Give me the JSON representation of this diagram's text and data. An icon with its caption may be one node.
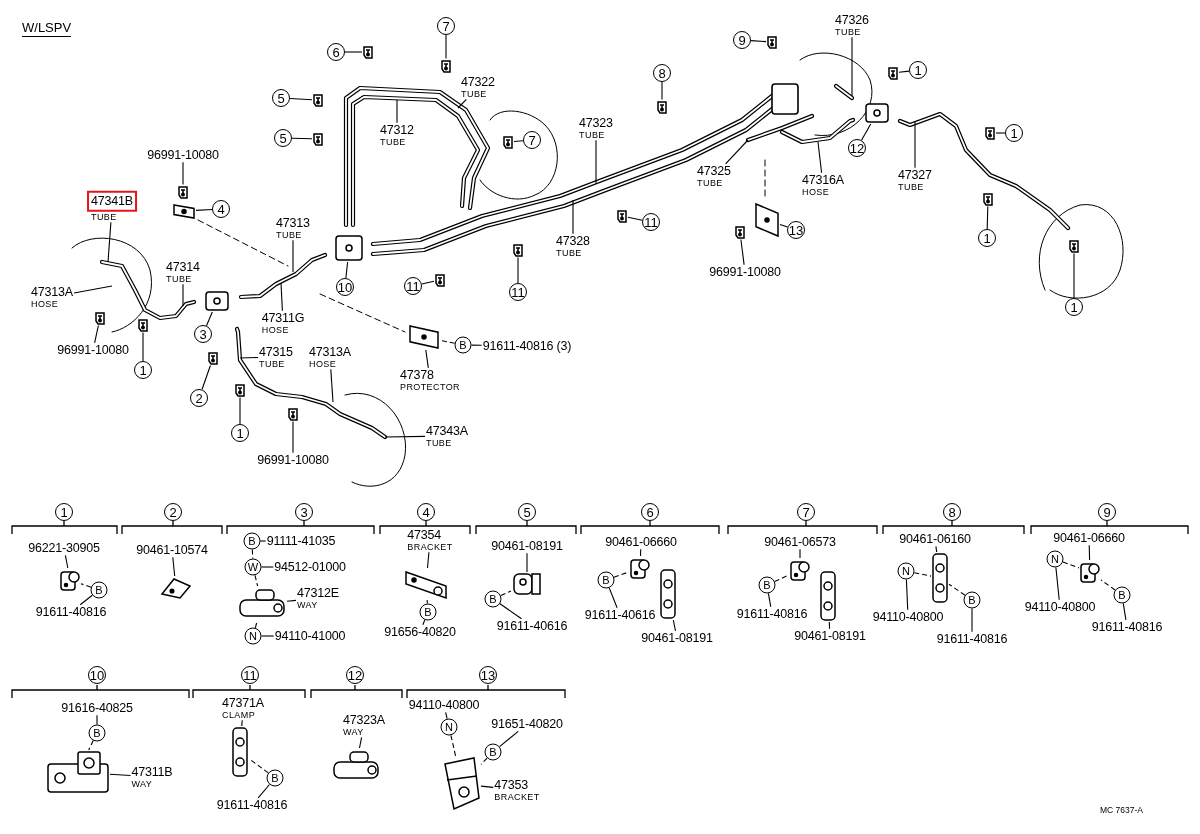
{
  "diagram": {
    "nodes": [
      {
        "text": [
          "47341B",
          "TUBE"
        ]
      },
      {
        "text": [
          "47314",
          "TUBE"
        ]
      },
      {
        "text": [
          "47313A",
          "HOSE"
        ]
      },
      {
        "text": [
          "96991-10080"
        ]
      },
      {
        "text": [
          "1"
        ]
      },
      {
        "text": [
          "96991-10080"
        ]
      },
      {
        "text": [
          "4"
        ]
      },
      {
        "text": [
          "3"
        ]
      },
      {
        "text": [
          "47313",
          "TUBE"
        ]
      },
      {
        "text": [
          "47311G",
          "HOSE"
        ]
      },
      {
        "text": [
          "2"
        ]
      },
      {
        "text": [
          "47315",
          "TUBE"
        ]
      },
      {
        "text": [
          "47313A",
          "HOSE"
        ]
      },
      {
        "text": [
          "1"
        ]
      },
      {
        "text": [
          "96991-10080"
        ]
      },
      {
        "text": [
          "47343A",
          "TUBE"
        ]
      },
      {
        "text": [
          "10"
        ]
      },
      {
        "text": [
          "11"
        ]
      },
      {
        "text": [
          "11"
        ]
      },
      {
        "text": [
          "47378",
          "PROTECTOR"
        ]
      },
      {
        "text": [
          "B"
        ]
      },
      {
        "text": [
          "91611-40816 (3)"
        ]
      },
      {
        "text": [
          "6"
        ]
      },
      {
        "text": [
          "5"
        ]
      },
      {
        "text": [
          "5"
        ]
      },
      {
        "text": [
          "47312",
          "TUBE"
        ]
      },
      {
        "text": [
          "7"
        ]
      },
      {
        "text": [
          "47322",
          "TUBE"
        ]
      },
      {
        "text": [
          "7"
        ]
      },
      {
        "text": [
          "47323",
          "TUBE"
        ]
      },
      {
        "text": [
          "8"
        ]
      },
      {
        "text": [
          "47328",
          "TUBE"
        ]
      },
      {
        "text": [
          "11"
        ]
      },
      {
        "text": [
          "9"
        ]
      },
      {
        "text": [
          "47325",
          "TUBE"
        ]
      },
      {
        "text": [
          "47326",
          "TUBE"
        ]
      },
      {
        "text": [
          "47316A",
          "HOSE"
        ]
      },
      {
        "text": [
          "12"
        ]
      },
      {
        "text": [
          "47327",
          "TUBE"
        ]
      },
      {
        "text": [
          "13"
        ]
      },
      {
        "text": [
          "96991-10080"
        ]
      },
      {
        "text": [
          "1"
        ]
      },
      {
        "text": [
          "1"
        ]
      },
      {
        "text": [
          "1"
        ]
      },
      {
        "text": [
          "1"
        ]
      },
      {
        "text": [
          "1"
        ]
      },
      {
        "text": [
          "2"
        ]
      },
      {
        "text": [
          "3"
        ]
      },
      {
        "text": [
          "4"
        ]
      },
      {
        "text": [
          "5"
        ]
      },
      {
        "text": [
          "6"
        ]
      },
      {
        "text": [
          "7"
        ]
      },
      {
        "text": [
          "8"
        ]
      },
      {
        "text": [
          "9"
        ]
      },
      {
        "text": [
          "10"
        ]
      },
      {
        "text": [
          "11"
        ]
      },
      {
        "text": [
          "12"
        ]
      },
      {
        "text": [
          "13"
        ]
      },
      {
        "text": [
          "96221-30905"
        ]
      },
      {
        "text": [
          "B"
        ]
      },
      {
        "text": [
          "91611-40816"
        ]
      },
      {
        "text": [
          "90461-10574"
        ]
      },
      {
        "text": [
          "B"
        ]
      },
      {
        "text": [
          "91111-41035"
        ]
      },
      {
        "text": [
          "W"
        ]
      },
      {
        "text": [
          "94512-01000"
        ]
      },
      {
        "text": [
          "47312E",
          "WAY"
        ]
      },
      {
        "text": [
          "N"
        ]
      },
      {
        "text": [
          "94110-41000"
        ]
      },
      {
        "text": [
          "47354",
          "BRACKET"
        ]
      },
      {
        "text": [
          "B"
        ]
      },
      {
        "text": [
          "91656-40820"
        ]
      },
      {
        "text": [
          "90461-08191"
        ]
      },
      {
        "text": [
          "B"
        ]
      },
      {
        "text": [
          "91611-40616"
        ]
      },
      {
        "text": [
          "90461-06660"
        ]
      },
      {
        "text": [
          "B"
        ]
      },
      {
        "text": [
          "91611-40616"
        ]
      },
      {
        "text": [
          "90461-08191"
        ]
      },
      {
        "text": [
          "90461-06573"
        ]
      },
      {
        "text": [
          "B"
        ]
      },
      {
        "text": [
          "91611-40816"
        ]
      },
      {
        "text": [
          "90461-08191"
        ]
      },
      {
        "text": [
          "90461-06160"
        ]
      },
      {
        "text": [
          "N"
        ]
      },
      {
        "text": [
          "94110-40800"
        ]
      },
      {
        "text": [
          "B"
        ]
      },
      {
        "text": [
          "91611-40816"
        ]
      },
      {
        "text": [
          "90461-06660"
        ]
      },
      {
        "text": [
          "N"
        ]
      },
      {
        "text": [
          "94110-40800"
        ]
      },
      {
        "text": [
          "B"
        ]
      },
      {
        "text": [
          "91611-40816"
        ]
      },
      {
        "text": [
          "91616-40825"
        ]
      },
      {
        "text": [
          "B"
        ]
      },
      {
        "text": [
          "47311B",
          "WAY"
        ]
      },
      {
        "text": [
          "47371A",
          "CLAMP"
        ]
      },
      {
        "text": [
          "B"
        ]
      },
      {
        "text": [
          "91611-40816"
        ]
      },
      {
        "text": [
          "47323A",
          "WAY"
        ]
      },
      {
        "text": [
          "94110-40800"
        ]
      },
      {
        "text": [
          "N"
        ]
      },
      {
        "text": [
          "91651-40820"
        ]
      },
      {
        "text": [
          "B"
        ]
      },
      {
        "text": [
          "47353",
          "BRACKET"
        ]
      },
      {
        "text": [],
        "shape": "picture"
      },
      {
        "text": [],
        "shape": "picture"
      },
      {
        "text": [],
        "shape": "picture"
      },
      {
        "text": [],
        "shape": "picture"
      },
      {
        "text": [],
        "shape": "picture"
      },
      {
        "text": [],
        "shape": "picture"
      },
      {
        "text": [],
        "shape": "picture"
      },
      {
        "text": [],
        "shape": "picture"
      },
      {
        "text": [],
        "shape": "picture"
      },
      {
        "text": [],
        "shape": "picture"
      },
      {
        "text": [],
        "shape": "picture"
      },
      {
        "text": [],
        "shape": "picture"
      },
      {
        "text": [],
        "shape": "picture"
      },
      {
        "text": [],
        "shape": "picture"
      },
      {
        "text": [],
        "shape": "picture"
      },
      {
        "text": [],
        "shape": "picture"
      },
      {
        "text": [],
        "shape": "picture"
      },
      {
        "text": [],
        "shape": "picture"
      },
      {
        "text": [],
        "shape": "picture"
      },
      {
        "text": [],
        "shape": "picture"
      },
      {
        "text": [],
        "shape": "picture"
      },
      {
        "text": [],
        "shape": "picture"
      },
      {
        "text": [],
        "shape": "picture"
      },
      {
        "text": [],
        "shape": "picture"
      },
      {
        "text": [],
        "shape": "picture"
      },
      {
        "text": [],
        "shape": "picture"
      },
      {
        "text": [],
        "shape": "picture"
      },
      {
        "text": [],
        "shape": "picture"
      },
      {
        "text": [],
        "shape": "picture"
      },
      {
        "text": [],
        "shape": "picture"
      },
      {
        "text": [],
        "shape": "picture"
      },
      {
        "text": [],
        "shape": "picture"
      },
      {
        "text": [],
        "shape": "picture"
      },
      {
        "text": [],
        "shape": "picture"
      },
      {
        "text": [],
        "shape": "picture"
      },
      {
        "text": [],
        "shape": "picture"
      },
      {
        "text": [],
        "shape": "picture"
      },
      {
        "text": [],
        "shape": "picture"
      },
      {
        "text": [],
        "shape": "picture"
      },
      {
        "text": [],
        "shape": "picture"
      },
      {
        "text": [],
        "shape": "picture"
      },
      {
        "text": [],
        "shape": "picture"
      }
    ],
    "edges": [
      {
        "from": 0,
        "to": null,
        "arrow": "none"
      },
      {
        "from": 1,
        "to": null,
        "arrow": "none"
      },
      {
        "from": 2,
        "to": null,
        "arrow": "none"
      },
      {
        "from": 3,
        "to": 105,
        "arrow": "none"
      },
      {
        "from": 4,
        "to": 106,
        "arrow": "none"
      },
      {
        "from": 5,
        "to": 107,
        "arrow": "none"
      },
      {
        "from": 6,
        "to": 108,
        "arrow": "none"
      },
      {
        "from": 7,
        "to": 109,
        "arrow": "none"
      },
      {
        "from": 8,
        "to": null,
        "arrow": "none"
      },
      {
        "from": 9,
        "to": null,
        "arrow": "none"
      },
      {
        "from": 10,
        "to": 110,
        "arrow": "none"
      },
      {
        "from": 11,
        "to": null,
        "arrow": "none"
      },
      {
        "from": 12,
        "to": null,
        "arrow": "none"
      },
      {
        "from": 13,
        "to": 111,
        "arrow": "none"
      },
      {
        "from": 14,
        "to": 112,
        "arrow": "none"
      },
      {
        "from": 15,
        "to": null,
        "arrow": "none"
      },
      {
        "from": 16,
        "to": 113,
        "arrow": "none"
      },
      {
        "from": 17,
        "to": 114,
        "arrow": "none"
      },
      {
        "from": 18,
        "to": 115,
        "arrow": "none"
      },
      {
        "from": 19,
        "to": 116,
        "arrow": "none"
      },
      {
        "from": 20,
        "to": 116,
        "arrow": "none",
        "style": "dashed"
      },
      {
        "from": 21,
        "to": 20,
        "arrow": "none"
      },
      {
        "from": 22,
        "to": 117,
        "arrow": "none"
      },
      {
        "from": 23,
        "to": 118,
        "arrow": "none"
      },
      {
        "from": 24,
        "to": 119,
        "arrow": "none"
      },
      {
        "from": 25,
        "to": null,
        "arrow": "none"
      },
      {
        "from": 26,
        "to": 120,
        "arrow": "none"
      },
      {
        "from": 27,
        "to": null,
        "arrow": "none"
      },
      {
        "from": 28,
        "to": 121,
        "arrow": "none"
      },
      {
        "from": 29,
        "to": null,
        "arrow": "none"
      },
      {
        "from": 30,
        "to": 122,
        "arrow": "none"
      },
      {
        "from": 31,
        "to": null,
        "arrow": "none"
      },
      {
        "from": 32,
        "to": 123,
        "arrow": "none"
      },
      {
        "from": 33,
        "to": 124,
        "arrow": "none"
      },
      {
        "from": 34,
        "to": null,
        "arrow": "none"
      },
      {
        "from": 35,
        "to": null,
        "arrow": "none"
      },
      {
        "from": 36,
        "to": null,
        "arrow": "none"
      },
      {
        "from": 37,
        "to": 125,
        "arrow": "none"
      },
      {
        "from": 38,
        "to": null,
        "arrow": "none"
      },
      {
        "from": 39,
        "to": 126,
        "arrow": "none"
      },
      {
        "from": 40,
        "to": 127,
        "arrow": "none"
      },
      {
        "from": 41,
        "to": 128,
        "arrow": "none"
      },
      {
        "from": 42,
        "to": 129,
        "arrow": "none"
      },
      {
        "from": 43,
        "to": 130,
        "arrow": "none"
      },
      {
        "from": 44,
        "to": 131,
        "arrow": "none"
      },
      {
        "from": 58,
        "to": 132,
        "arrow": "none"
      },
      {
        "from": 59,
        "to": 132,
        "arrow": "none",
        "style": "dashed"
      },
      {
        "from": 60,
        "to": 59,
        "arrow": "none"
      },
      {
        "from": 61,
        "to": 133,
        "arrow": "none"
      },
      {
        "from": 63,
        "to": 62,
        "arrow": "none"
      },
      {
        "from": 62,
        "to": 64,
        "arrow": "none",
        "style": "dashed"
      },
      {
        "from": 65,
        "to": 64,
        "arrow": "none"
      },
      {
        "from": 64,
        "to": 134,
        "arrow": "none",
        "style": "dashed"
      },
      {
        "from": 66,
        "to": 134,
        "arrow": "none"
      },
      {
        "from": 67,
        "to": 134,
        "arrow": "none",
        "style": "dashed"
      },
      {
        "from": 68,
        "to": 67,
        "arrow": "none"
      },
      {
        "from": 69,
        "to": 135,
        "arrow": "none"
      },
      {
        "from": 70,
        "to": 135,
        "arrow": "none",
        "style": "dashed"
      },
      {
        "from": 71,
        "to": 70,
        "arrow": "none"
      },
      {
        "from": 72,
        "to": 136,
        "arrow": "none"
      },
      {
        "from": 73,
        "to": 136,
        "arrow": "none",
        "style": "dashed"
      },
      {
        "from": 74,
        "to": 73,
        "arrow": "none"
      },
      {
        "from": 75,
        "to": 137,
        "arrow": "none"
      },
      {
        "from": 76,
        "to": 137,
        "arrow": "none",
        "style": "dashed"
      },
      {
        "from": 77,
        "to": 76,
        "arrow": "none"
      },
      {
        "from": 78,
        "to": 138,
        "arrow": "none"
      },
      {
        "from": 79,
        "to": 139,
        "arrow": "none"
      },
      {
        "from": 80,
        "to": 139,
        "arrow": "none",
        "style": "dashed"
      },
      {
        "from": 81,
        "to": 80,
        "arrow": "none"
      },
      {
        "from": 82,
        "to": 140,
        "arrow": "none"
      },
      {
        "from": 83,
        "to": 141,
        "arrow": "none"
      },
      {
        "from": 84,
        "to": 141,
        "arrow": "none",
        "style": "dashed"
      },
      {
        "from": 85,
        "to": 84,
        "arrow": "none"
      },
      {
        "from": 86,
        "to": 141,
        "arrow": "none",
        "style": "dashed"
      },
      {
        "from": 87,
        "to": 86,
        "arrow": "none"
      },
      {
        "from": 88,
        "to": 142,
        "arrow": "none"
      },
      {
        "from": 89,
        "to": 142,
        "arrow": "none",
        "style": "dashed"
      },
      {
        "from": 90,
        "to": 89,
        "arrow": "none"
      },
      {
        "from": 91,
        "to": 142,
        "arrow": "none",
        "style": "dashed"
      },
      {
        "from": 92,
        "to": 91,
        "arrow": "none"
      },
      {
        "from": 93,
        "to": 94,
        "arrow": "none"
      },
      {
        "from": 94,
        "to": 143,
        "arrow": "none",
        "style": "dashed"
      },
      {
        "from": 95,
        "to": 143,
        "arrow": "none"
      },
      {
        "from": 96,
        "to": 144,
        "arrow": "none"
      },
      {
        "from": 97,
        "to": 144,
        "arrow": "none",
        "style": "dashed"
      },
      {
        "from": 98,
        "to": 97,
        "arrow": "none"
      },
      {
        "from": 99,
        "to": 145,
        "arrow": "none"
      },
      {
        "from": 100,
        "to": 101,
        "arrow": "none"
      },
      {
        "from": 101,
        "to": 146,
        "arrow": "none",
        "style": "dashed"
      },
      {
        "from": 102,
        "to": 103,
        "arrow": "none"
      },
      {
        "from": 103,
        "to": 146,
        "arrow": "none",
        "style": "dashed"
      },
      {
        "from": 104,
        "to": 146,
        "arrow": "none"
      }
    ],
    "labels": [
      "W/LSPV",
      "MC 7637-A"
    ]
  }
}
